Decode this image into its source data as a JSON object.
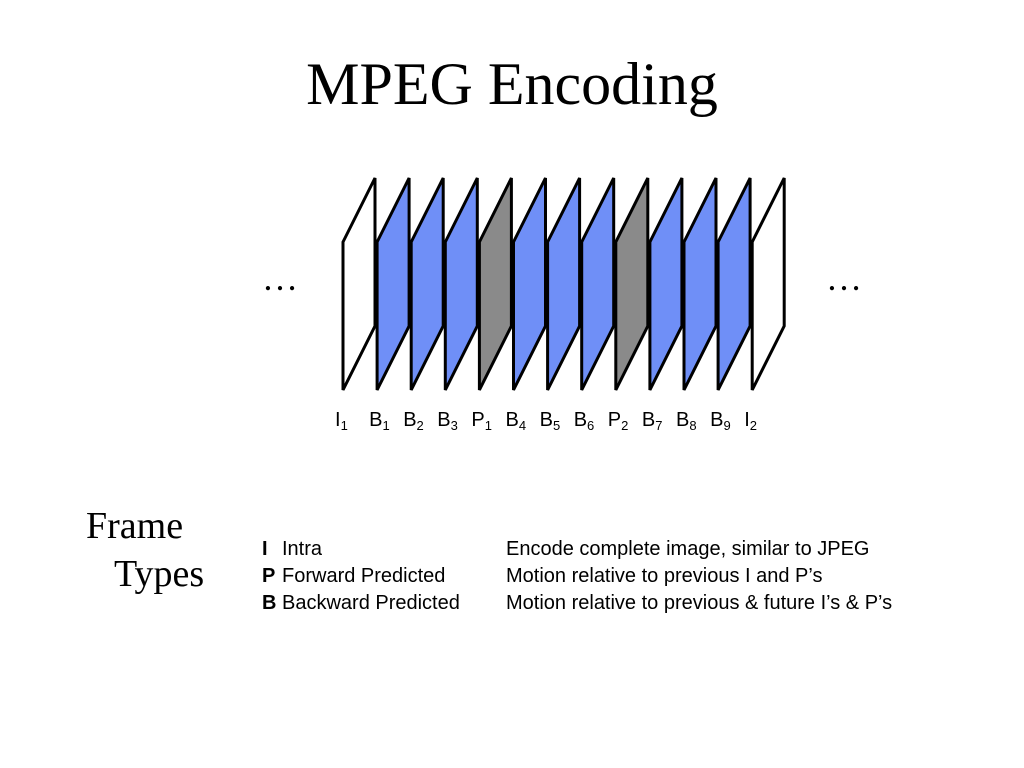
{
  "title": "MPEG Encoding",
  "ellipsis_left": "…",
  "ellipsis_right": "…",
  "colors": {
    "i_frame": "#ffffff",
    "b_frame": "#6f8ff7",
    "p_frame": "#8a8a8a",
    "outline": "#000000"
  },
  "frames": [
    {
      "type": "I",
      "letter": "I",
      "index": "1"
    },
    {
      "type": "B",
      "letter": "B",
      "index": "1"
    },
    {
      "type": "B",
      "letter": "B",
      "index": "2"
    },
    {
      "type": "B",
      "letter": "B",
      "index": "3"
    },
    {
      "type": "P",
      "letter": "P",
      "index": "1"
    },
    {
      "type": "B",
      "letter": "B",
      "index": "4"
    },
    {
      "type": "B",
      "letter": "B",
      "index": "5"
    },
    {
      "type": "B",
      "letter": "B",
      "index": "6"
    },
    {
      "type": "P",
      "letter": "P",
      "index": "2"
    },
    {
      "type": "B",
      "letter": "B",
      "index": "7"
    },
    {
      "type": "B",
      "letter": "B",
      "index": "8"
    },
    {
      "type": "B",
      "letter": "B",
      "index": "9"
    },
    {
      "type": "I",
      "letter": "I",
      "index": "2"
    }
  ],
  "frame_types": {
    "heading_line1": "Frame",
    "heading_line2": "Types",
    "rows": [
      {
        "letter": "I",
        "name": "Intra",
        "description": "Encode complete image, similar to JPEG"
      },
      {
        "letter": "P",
        "name": "Forward Predicted",
        "description": "Motion relative to previous I and P’s"
      },
      {
        "letter": "B",
        "name": "Backward Predicted",
        "description": "Motion relative to previous & future I’s & P’s"
      }
    ]
  }
}
